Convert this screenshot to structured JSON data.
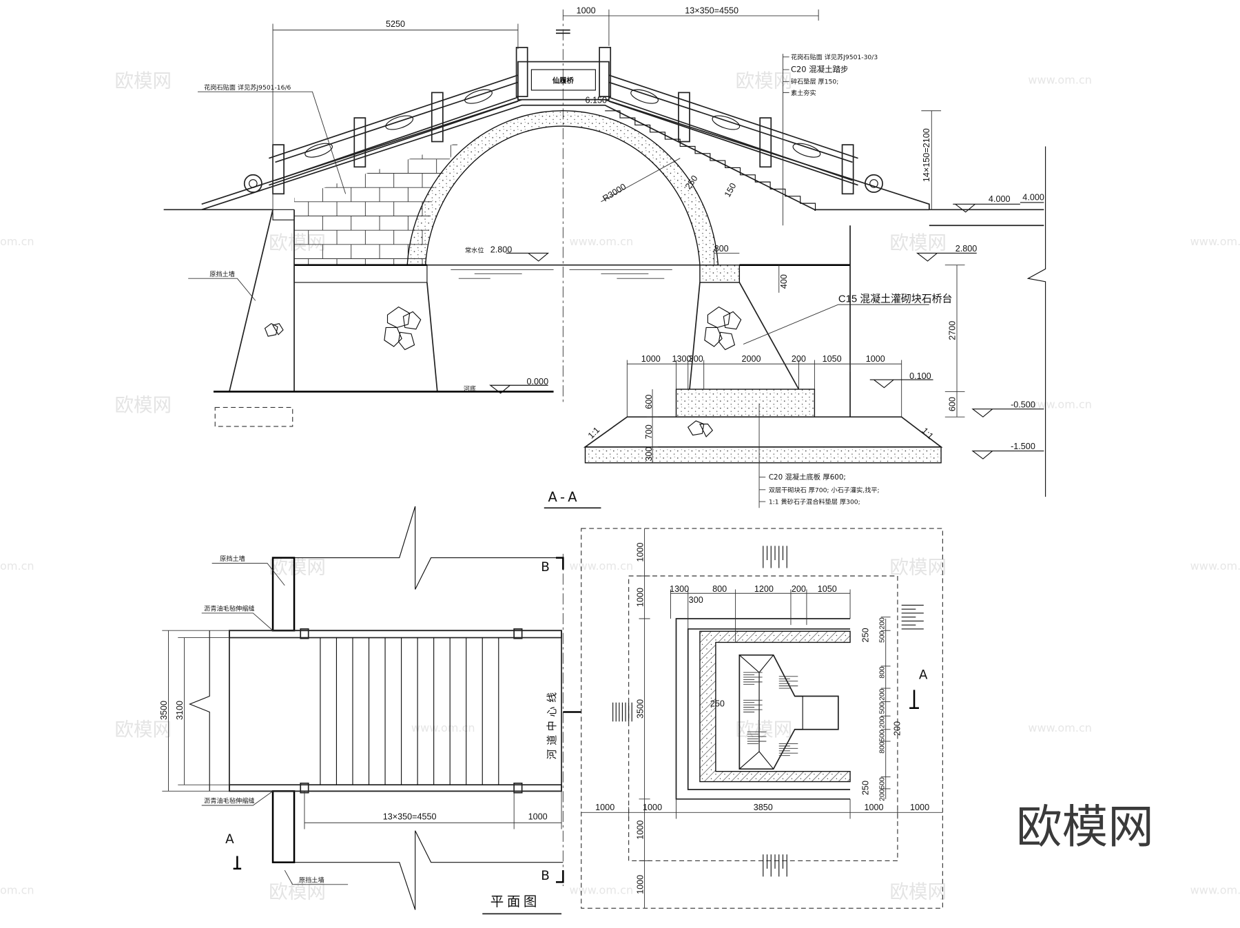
{
  "section_aa": {
    "title": "A-A",
    "bridge_name": "仙履桥",
    "dims": {
      "span_left": "5250",
      "top_1000": "1000",
      "steps_span": "13×350=4550",
      "steps_height": "14×150=2100",
      "d2700": "2700",
      "d600": "600",
      "d400": "400",
      "d800": "800",
      "radius": "R3000",
      "d250": "250",
      "d150": "150",
      "top_level": "6.150",
      "found_row": [
        "1000",
        "1300",
        "300",
        "2000",
        "200",
        "1050",
        "1000"
      ],
      "found_left": [
        "600",
        "700",
        "300"
      ],
      "slope_left": "1:1",
      "slope_right": "1:1"
    },
    "levels": {
      "road_1": "4.000",
      "road_2": "4.000",
      "water_right": "2.800",
      "water_label": "常水位",
      "water_value": "2.800",
      "riverbed_label": "河底",
      "riverbed_value": "0.000",
      "l_0100": "0.100",
      "l_m0500": "-0.500",
      "l_m1500": "-1.500"
    },
    "callouts": {
      "left_facing": "花岗石贴面 详见苏J9501-16/6",
      "retaining_wall": "原挡土墙",
      "abutment": "C15 混凝土灌砌块石桥台",
      "right_stack": [
        "花岗石贴面 详见苏J9501-30/3",
        "C20 混凝土踏步",
        "碎石垫层 厚150;",
        "素土夯实"
      ],
      "foundation_stack": [
        "C20 混凝土底板 厚600;",
        "双层干砌块石 厚700; 小石子灌实,找平;",
        "1:1 黄砂石子混合料垫层 厚300;"
      ]
    }
  },
  "plan": {
    "title": "平面图",
    "retaining_wall_top": "原挡土墙",
    "retaining_wall_bottom": "原挡土墙",
    "joint_top": "沥青油毛毡伸缩缝",
    "joint_bottom": "沥青油毛毡伸缩缝",
    "river_centerline": "河道中心线",
    "width_outer": "3500",
    "width_inner": "3100",
    "steps_span": "13×350=4550",
    "end_1000": "1000",
    "section_a": "A",
    "section_b": "B",
    "detail": {
      "top_row": [
        "1300",
        "300",
        "800",
        "1200",
        "200",
        "1050"
      ],
      "bottom_row": [
        "1000",
        "1000",
        "3850",
        "1000",
        "1000"
      ],
      "left_col": [
        "1000",
        "1000",
        "3500",
        "1000",
        "1000"
      ],
      "right_col": [
        "200",
        "500",
        "800",
        "200",
        "500",
        "200",
        "500",
        "800",
        "500",
        "200"
      ],
      "d250_a": "250",
      "d250_b": "250",
      "d250_c": "250",
      "d200": "200",
      "section_a": "A"
    }
  },
  "watermark": {
    "brand": "欧模网",
    "url": "www.om.cn",
    "tail": "om.cn"
  }
}
